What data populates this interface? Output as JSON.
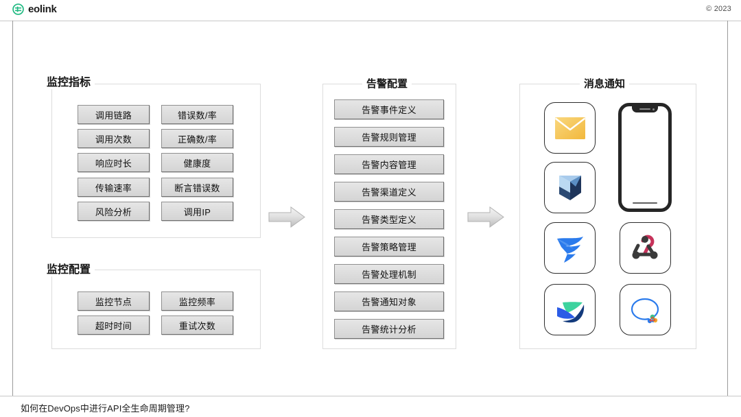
{
  "brand": {
    "name": "eolink",
    "logo_icon": "eolink-globe-icon",
    "logo_color": "#1FB981"
  },
  "header": {
    "copyright": "© 2023"
  },
  "footer": {
    "caption": "如何在DevOps中进行API全生命周期管理?"
  },
  "panels": {
    "metrics": {
      "title": "监控指标",
      "items": [
        "调用链路",
        "错误数/率",
        "调用次数",
        "正确数/率",
        "响应时长",
        "健康度",
        "传输速率",
        "断言错误数",
        "风险分析",
        "调用IP"
      ]
    },
    "monitor_config": {
      "title": "监控配置",
      "items": [
        "监控节点",
        "监控频率",
        "超时时间",
        "重试次数"
      ]
    },
    "alert_config": {
      "title": "告警配置",
      "items": [
        "告警事件定义",
        "告警规则管理",
        "告警内容管理",
        "告警渠道定义",
        "告警类型定义",
        "告警策略管理",
        "告警处理机制",
        "告警通知对象",
        "告警统计分析"
      ]
    },
    "notification": {
      "title": "消息通知",
      "channels": [
        {
          "name": "email-icon",
          "label": "Email"
        },
        {
          "name": "teams-icon",
          "label": "Teams"
        },
        {
          "name": "dingtalk-icon",
          "label": "DingTalk"
        },
        {
          "name": "webhook-icon",
          "label": "Webhook"
        },
        {
          "name": "feishu-icon",
          "label": "Feishu"
        },
        {
          "name": "wecom-icon",
          "label": "WeCom"
        }
      ],
      "device": "mobile-phone-mockup"
    }
  },
  "flow": {
    "arrows": [
      "arrow-metrics-to-alerts",
      "arrow-alerts-to-notify"
    ]
  }
}
